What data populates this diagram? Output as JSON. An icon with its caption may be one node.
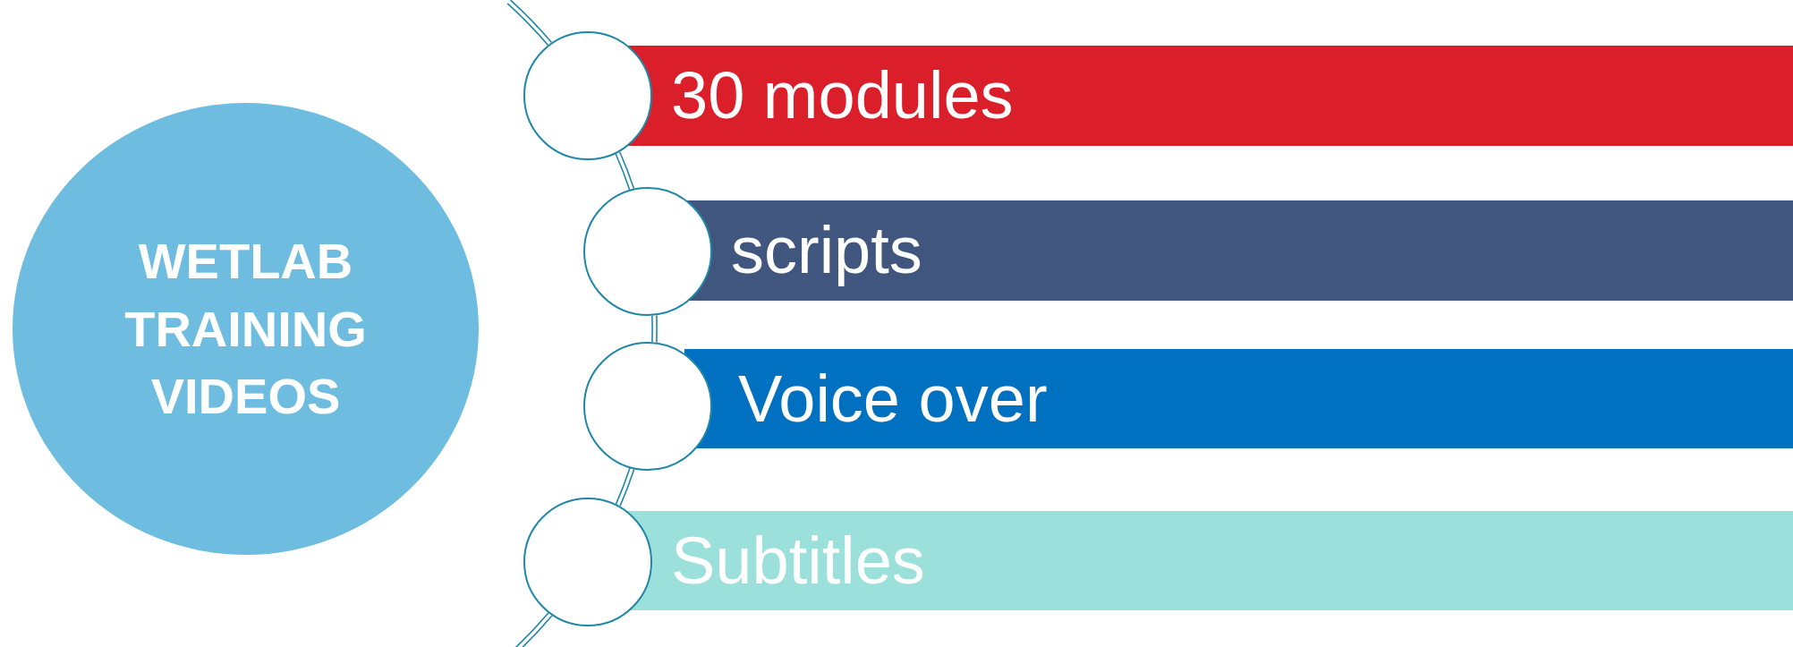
{
  "diagram": {
    "nodes": [
      {
        "text": [
          "WETLAB TRAINING VIDEOS"
        ]
      },
      {
        "text": [],
        "shape": "circle"
      },
      {
        "text": [
          "30 modules"
        ]
      },
      {
        "text": [],
        "shape": "circle"
      },
      {
        "text": [
          "scripts"
        ]
      },
      {
        "text": [],
        "shape": "circle"
      },
      {
        "text": [
          "Voice over"
        ]
      },
      {
        "text": [],
        "shape": "circle"
      },
      {
        "text": [
          "Subtitles"
        ]
      }
    ],
    "edges": [
      {
        "from": null,
        "to": 1,
        "arrow": "none"
      },
      {
        "from": 1,
        "to": 3,
        "arrow": "none"
      },
      {
        "from": 3,
        "to": 5,
        "arrow": "none"
      },
      {
        "from": 5,
        "to": 7,
        "arrow": "none"
      },
      {
        "from": 7,
        "to": null,
        "arrow": "none"
      }
    ]
  }
}
